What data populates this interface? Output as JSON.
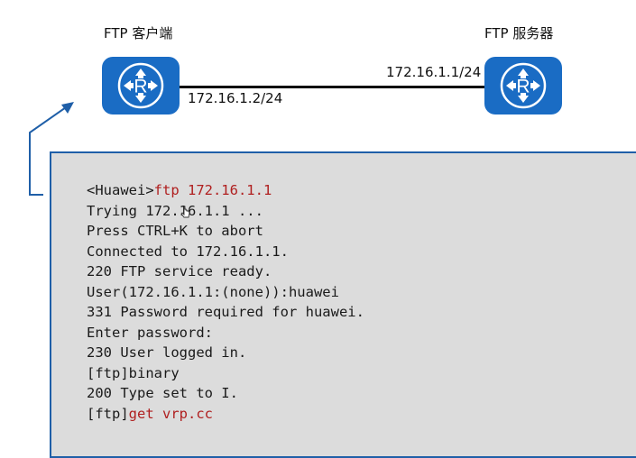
{
  "devices": {
    "client": {
      "label": "FTP 客户端",
      "ip": "172.16.1.2/24",
      "icon": "router-icon"
    },
    "server": {
      "label": "FTP 服务器",
      "ip": "172.16.1.1/24",
      "icon": "router-icon"
    }
  },
  "colors": {
    "router": "#1a6cc4",
    "link": "#0a0a0a",
    "terminal_bg": "#dcdcdc",
    "terminal_border": "#1f5fa8",
    "command": "#b02020"
  },
  "terminal": {
    "lines": [
      {
        "prompt": "<Huawei>",
        "command": "ftp 172.16.1.1"
      },
      {
        "text": "Trying 172.16.1.1 ..."
      },
      {
        "text": "Press CTRL+K to abort"
      },
      {
        "text": "Connected to 172.16.1.1."
      },
      {
        "text": "220 FTP service ready."
      },
      {
        "text": "User(172.16.1.1:(none)):huawei"
      },
      {
        "text": "331 Password required for huawei."
      },
      {
        "text": "Enter password:"
      },
      {
        "text": "230 User logged in."
      },
      {
        "text": "[ftp]binary"
      },
      {
        "text": "200 Type set to I."
      },
      {
        "prompt": "[ftp]",
        "command": "get vrp.cc"
      }
    ]
  }
}
